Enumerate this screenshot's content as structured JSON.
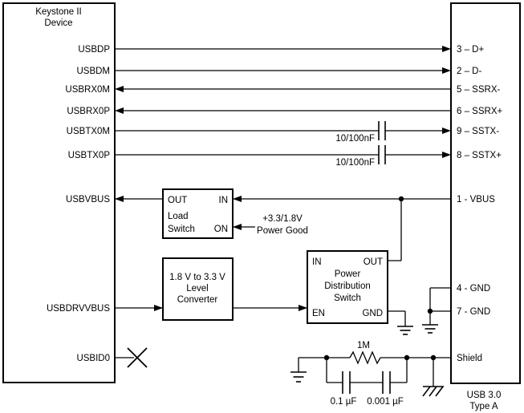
{
  "device": {
    "title1": "Keystone II",
    "title2": "Device",
    "pins": [
      "USBDP",
      "USBDM",
      "USBRX0M",
      "USBRX0P",
      "USBTX0M",
      "USBTX0P",
      "USBVBUS",
      "USBDRVVBUS",
      "USBID0"
    ]
  },
  "connector": {
    "pins": [
      "3 – D+",
      "2 – D-",
      "5 – SSRX-",
      "6 – SSRX+",
      "9 – SSTX-",
      "8 – SSTX+",
      "1 - VBUS",
      "4 - GND",
      "7 - GND",
      "Shield"
    ],
    "caption1": "USB 3.0",
    "caption2": "Type A"
  },
  "load_switch": {
    "pin_out": "OUT",
    "pin_in": "IN",
    "name1": "Load",
    "name2": "Switch",
    "pin_on": "ON"
  },
  "level_converter": {
    "name1": "1.8 V to 3.3 V",
    "name2": "Level",
    "name3": "Converter"
  },
  "power_switch": {
    "pin_in": "IN",
    "pin_out": "OUT",
    "name1": "Power",
    "name2": "Distribution",
    "name3": "Switch",
    "pin_en": "EN",
    "pin_gnd": "GND"
  },
  "annotations": {
    "power_good1": "+3.3/1.8V",
    "power_good2": "Power Good",
    "tx_cap_m": "10/100nF",
    "tx_cap_p": "10/100nF",
    "shield_resistor": "1M",
    "shield_cap1": "0.1 µF",
    "shield_cap2": "0.001 µF"
  },
  "colors": {
    "line": "#000000",
    "background": "#ffffff"
  }
}
